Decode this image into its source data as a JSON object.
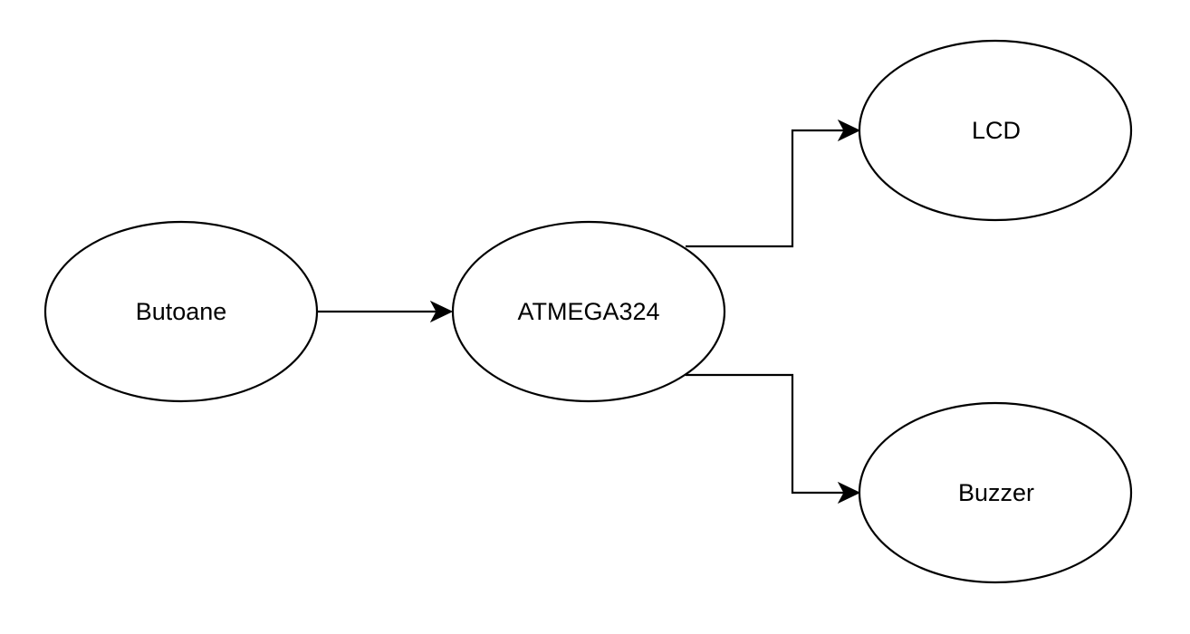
{
  "diagram": {
    "nodes": [
      {
        "id": "butoane",
        "label": "Butoane"
      },
      {
        "id": "atmega",
        "label": "ATMEGA324"
      },
      {
        "id": "lcd",
        "label": "LCD"
      },
      {
        "id": "buzzer",
        "label": "Buzzer"
      }
    ],
    "edges": [
      {
        "from": "butoane",
        "to": "atmega"
      },
      {
        "from": "atmega",
        "to": "lcd"
      },
      {
        "from": "atmega",
        "to": "buzzer"
      }
    ]
  }
}
